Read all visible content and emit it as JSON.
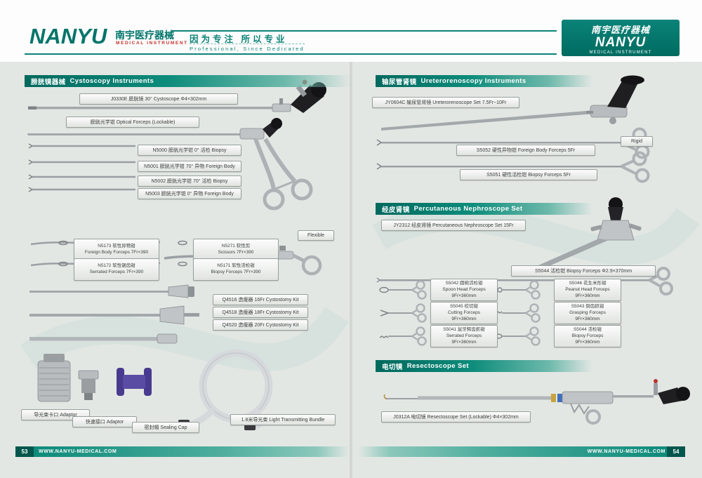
{
  "colors": {
    "teal": "#0b8378",
    "bg": "#e3e7e4"
  },
  "header": {
    "logo": "NANYU",
    "logo_cn": "南宇医疗器械",
    "logo_sub": "MEDICAL INSTRUMENT",
    "slogan_cn": "因为专注 所以专业",
    "slogan_en": "Professional, Since Dedicated",
    "badge_cn": "南宇医疗器械",
    "badge_logo": "NANYU",
    "badge_sub": "MEDICAL INSTRUMENT"
  },
  "left_page": {
    "section_cn": "膀胱镜器械",
    "section_en": "Cystoscopy Instruments",
    "cystoscope_label": "J0330E 膀胱镜 30°  Cystoscope  Φ4×302mm",
    "optical_forceps_label": "膀胱光学钳 Optical Forceps (Lockable)",
    "n5000": "N5000 膀胱光学钳  0°  活检 Biopsy",
    "n5001": "N5001 膀胱光学钳 70°  异物 Foreign Body",
    "n5002": "N5002 膀胱光学钳 70°  活检 Biopsy",
    "n5003": "N5003 膀胱光学钳  0°  异物 Foreign Body",
    "flexible_tag": "Flexible",
    "n5173_l1": "N5173 软性异物钳",
    "n5173_l2": "Foreign Body Forceps 7Fr×390",
    "n5271_l1": "N5271 软性剪",
    "n5271_l2": "Scissors 7Fr×390",
    "n5172_l1": "N5172 软性锯齿钳",
    "n5172_l2": "Serrated Forceps 7Fr×390",
    "n5171_l1": "N5171 软性活检钳",
    "n5171_l2": "Biopsy Forceps 7Fr×390",
    "q4516": "Q4516 造瘘器 16Fr Cystostomy Kit",
    "q4518": "Q4518 造瘘器 18Fr Cystostomy Kit",
    "q4520": "Q4520 造瘘器 20Fr Cystostomy Kit",
    "adaptor_bayonet": "导光束卡口 Adaptor",
    "adaptor_quick": "快速接口 Adaptor",
    "sealing_cap": "密封帽 Sealing Cap",
    "light_bundle": "1.8米导光束  Light Transmitting Bundle"
  },
  "right_page": {
    "sec1_cn": "输尿管肾镜",
    "sec1_en": "Ureterorenoscopy Instruments",
    "jy0604c": "JY0604C 输尿管肾镜 Ureterorenoscope Set 7.5Fr~10Fr",
    "rigid_tag": "Rigid",
    "s5052": "S5052 硬性异物钳 Foreign Body Forceps 5Fr",
    "s5051": "S5051 硬性活检钳 Biopsy Forceps 5Fr",
    "sec2_cn": "经皮肾镜",
    "sec2_en": "Percutaneous Nephroscope Set",
    "jy2312": "JY2312 经皮肾镜 Percutaneous Nephroscope Set 15Fr",
    "s5044_main": "S5044 活检钳 Biopsy Forceps  Φ2.9×370mm",
    "nephro_grid": [
      {
        "l1": "S5042 圆碗活检钳",
        "l2": "Spoon Head Forceps",
        "l3": "9Fr×360mm"
      },
      {
        "l1": "S5046 花生米形钳",
        "l2": "Peanut Head Forceps",
        "l3": "9Fr×360mm"
      },
      {
        "l1": "S5045 绞切钳",
        "l2": "Cutting Forceps",
        "l3": "9Fr×360mm"
      },
      {
        "l1": "S5043 倒齿抓钳",
        "l2": "Grasping Forceps",
        "l3": "9Fr×360mm"
      },
      {
        "l1": "S5041 鼠牙鳄齿抓钳",
        "l2": "Serrated Forceps",
        "l3": "9Fr×360mm"
      },
      {
        "l1": "S5044 活检钳",
        "l2": "Biopsy Forceps",
        "l3": "9Fr×360mm"
      }
    ],
    "sec3_cn": "电切镜",
    "sec3_en": "Resectoscope Set",
    "j0312a": "J0312A 电切镜 Resectoscope Set (Lockable)  Φ4×302mm"
  },
  "footer": {
    "left_num": "53",
    "left_url": "WWW.NANYU-MEDICAL.COM",
    "right_url": "WWW.NANYU-MEDICAL.COM",
    "right_num": "54"
  }
}
